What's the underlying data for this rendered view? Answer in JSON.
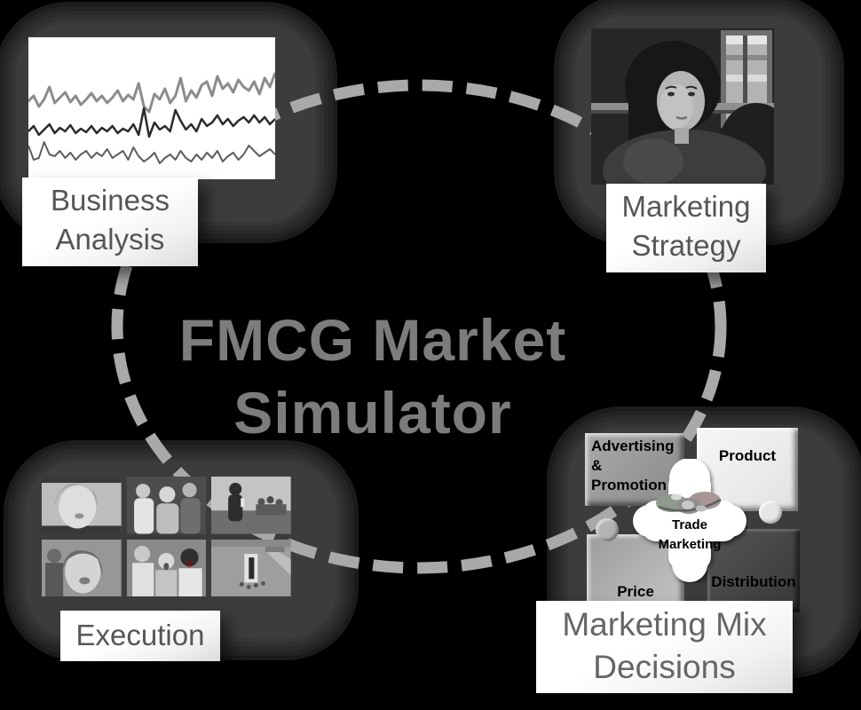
{
  "app": {
    "background_color": "#000000"
  },
  "title": {
    "line1": "FMCG Market",
    "line2": "Simulator",
    "color": "#7c7c7c"
  },
  "connector": {
    "style": "dashed-ellipse",
    "color": "#a9a9a9"
  },
  "nodes": {
    "business_analysis": {
      "label_line1": "Business",
      "label_line2": "Analysis"
    },
    "marketing_strategy": {
      "label_line1": "Marketing",
      "label_line2": "Strategy"
    },
    "execution": {
      "label": "Execution"
    },
    "marketing_mix": {
      "label_line1": "Marketing Mix",
      "label_line2": "Decisions"
    }
  },
  "puzzle": {
    "advertising_line1": "Advertising &",
    "advertising_line2": "Promotion",
    "product": "Product",
    "price": "Price",
    "distribution": "Distribution",
    "center_line1": "Trade",
    "center_line2": "Marketing",
    "piece_colors": {
      "advertising": "#989898",
      "product": "#ececec",
      "price": "#b2b2b2",
      "distribution": "#434343",
      "center": "#ffffff"
    }
  },
  "chart_data": {
    "type": "line",
    "title": "",
    "xlabel": "",
    "ylabel": "",
    "axes_visible": false,
    "grid": false,
    "legend": false,
    "background": "#ffffff",
    "note_units": "pixel y-positions in 160px-tall thumbnail, lower value = higher line",
    "series": [
      {
        "name": "upper-gray-line",
        "color": "#8c8c8c",
        "width": 3,
        "values": [
          72,
          66,
          78,
          70,
          56,
          74,
          68,
          62,
          73,
          66,
          76,
          70,
          63,
          72,
          66,
          74,
          68,
          60,
          72,
          65,
          70,
          52,
          78,
          84,
          64,
          70,
          58,
          74,
          66,
          46,
          72,
          60,
          68,
          54,
          50,
          66,
          44,
          58,
          52,
          62,
          48,
          56,
          60,
          50,
          64,
          46,
          56,
          40
        ]
      },
      {
        "name": "middle-black-line",
        "color": "#2b2b2b",
        "width": 2.5,
        "values": [
          106,
          100,
          110,
          104,
          98,
          108,
          102,
          106,
          99,
          108,
          103,
          107,
          100,
          108,
          102,
          106,
          100,
          108,
          103,
          106,
          98,
          110,
          80,
          112,
          96,
          104,
          100,
          106,
          82,
          94,
          104,
          98,
          106,
          92,
          100,
          96,
          88,
          98,
          92,
          100,
          94,
          90,
          96,
          88,
          96,
          90,
          98,
          92
        ]
      },
      {
        "name": "lower-gray-line",
        "color": "#5e5e5e",
        "width": 2,
        "values": [
          122,
          138,
          136,
          118,
          132,
          134,
          128,
          136,
          130,
          138,
          132,
          128,
          136,
          130,
          134,
          126,
          136,
          132,
          128,
          138,
          124,
          134,
          140,
          136,
          130,
          142,
          136,
          132,
          138,
          128,
          136,
          140,
          132,
          138,
          130,
          136,
          128,
          140,
          134,
          130,
          138,
          132,
          122,
          128,
          134,
          130,
          126,
          132
        ]
      }
    ]
  }
}
